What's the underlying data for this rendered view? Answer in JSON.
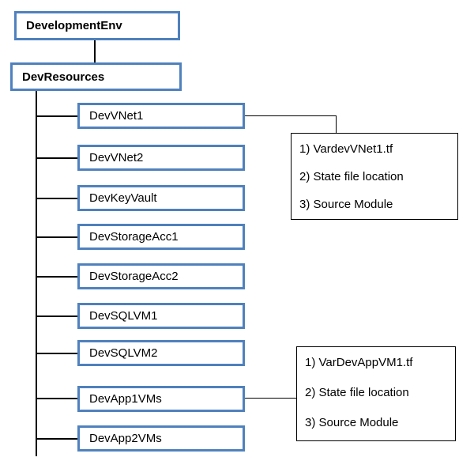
{
  "diagram": {
    "root": {
      "label": "DevelopmentEnv"
    },
    "parent": {
      "label": "DevResources"
    },
    "children": [
      {
        "label": "DevVNet1"
      },
      {
        "label": "DevVNet2"
      },
      {
        "label": "DevKeyVault"
      },
      {
        "label": "DevStorageAcc1"
      },
      {
        "label": "DevStorageAcc2"
      },
      {
        "label": "DevSQLVM1"
      },
      {
        "label": "DevSQLVM2"
      },
      {
        "label": "DevApp1VMs"
      },
      {
        "label": "DevApp2VMs"
      }
    ],
    "annotations": [
      {
        "target": "DevVNet1",
        "lines": [
          "1) VardevVNet1.tf",
          "2) State file location",
          "3) Source Module"
        ]
      },
      {
        "target": "DevApp1VMs",
        "lines": [
          "1) VarDevAppVM1.tf",
          "2) State file location",
          "3) Source Module"
        ]
      }
    ],
    "colors": {
      "node_border": "#4f81bd",
      "annotation_border": "#000000",
      "connector": "#000000"
    }
  }
}
